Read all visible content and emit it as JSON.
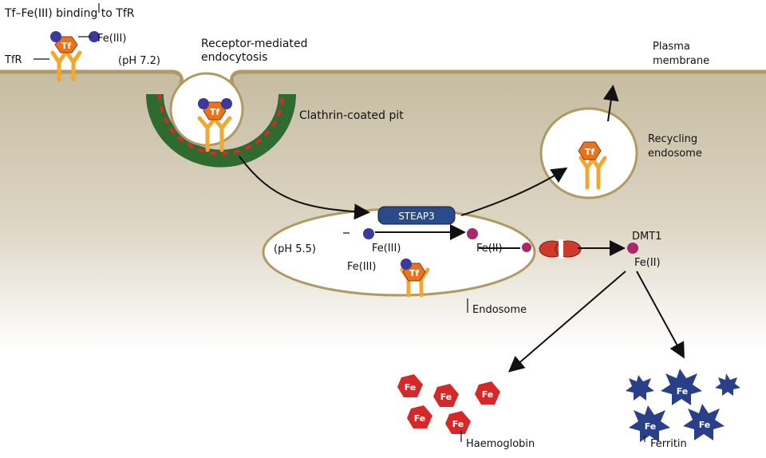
{
  "labels": {
    "tf_fe_binding": "Tf–Fe(III) binding to TfR",
    "fe3_top": "Fe(III)",
    "tfr": "TfR",
    "ph_72": "(pH 7.2)",
    "receptor_mediated": "Receptor-mediated",
    "endocytosis": "endocytosis",
    "plasma": "Plasma",
    "membrane": "membrane",
    "clathrin_pit": "Clathrin-coated pit",
    "recycling": "Recycling",
    "endosome_recycling": "endosome",
    "steap3": "STEAP3",
    "ph_55": "(pH 5.5)",
    "fe3_a": "Fe(III)",
    "fe3_b": "Fe(III)",
    "fe2_a": "Fe(II)",
    "fe2_b": "Fe(II)",
    "dmt1": "DMT1",
    "endosome": "Endosome",
    "haemoglobin": "Haemoglobin",
    "ferritin": "Ferritin",
    "tf": "Tf",
    "fe": "Fe"
  },
  "colors": {
    "cytoplasm_top": "#c9bfa6",
    "membrane": "#b09a63",
    "tf": "#e8731a",
    "tfr": "#f0a830",
    "fe3_ball": "#3a3a9a",
    "fe2_ball": "#a8286a",
    "clathrin_dark": "#2f6a2f",
    "clathrin_red": "#d42a2a",
    "steap3": "#2a4a8a",
    "haem": "#d62828",
    "ferritin": "#2a3f8a"
  }
}
